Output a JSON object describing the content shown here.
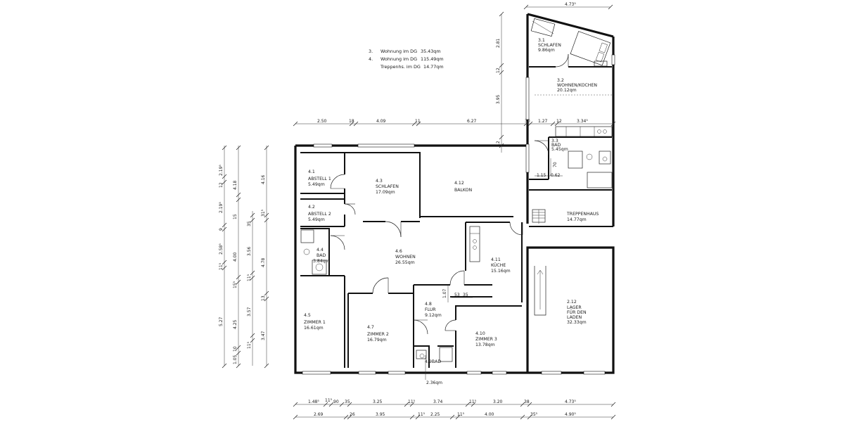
{
  "legend": [
    {
      "num": "3.",
      "label": "Wohnung im DG",
      "area": "35.43qm"
    },
    {
      "num": "4.",
      "label": "Wohnung im DG",
      "area": "115.49qm"
    },
    {
      "num": "",
      "label": "Treppenhs. im DG",
      "area": "14.77qm"
    }
  ],
  "rooms": [
    {
      "id": "3.1",
      "lines": [
        "3.1",
        "SCHLAFEN",
        "9.86qm"
      ]
    },
    {
      "id": "3.2",
      "lines": [
        "3.2",
        "WOHNEN/KOCHEN",
        "20.12qm"
      ]
    },
    {
      "id": "3.3",
      "lines": [
        "3.3",
        "BAD",
        "5.45qm"
      ]
    },
    {
      "id": "4.1",
      "lines": [
        "4.1",
        "ABSTELL 1",
        "5.49qm"
      ]
    },
    {
      "id": "4.2",
      "lines": [
        "4.2",
        "ABSTELL 2",
        "5.49qm"
      ]
    },
    {
      "id": "4.3",
      "lines": [
        "4.3",
        "SCHLAFEN",
        "17.09qm"
      ]
    },
    {
      "id": "4.12",
      "lines": [
        "4.12",
        "BALKON"
      ]
    },
    {
      "id": "4.4",
      "lines": [
        "4.4",
        "BAD",
        "3.84qm"
      ]
    },
    {
      "id": "4.6",
      "lines": [
        "4.6",
        "WOHNEN",
        "26.55qm"
      ]
    },
    {
      "id": "4.11",
      "lines": [
        "4.11",
        "KÜCHE",
        "15.16qm"
      ]
    },
    {
      "id": "4.5",
      "lines": [
        "4.5",
        "ZIMMER 1",
        "16.61qm"
      ]
    },
    {
      "id": "4.7",
      "lines": [
        "4.7",
        "ZIMMER 2",
        "16.79qm"
      ]
    },
    {
      "id": "4.8",
      "lines": [
        "4.8",
        "FLUR",
        "9.12qm"
      ]
    },
    {
      "id": "4.10",
      "lines": [
        "4.10",
        "ZIMMER 3",
        "13.78qm"
      ]
    },
    {
      "id": "4.9",
      "lines": [
        "4.9BAD"
      ]
    },
    {
      "id": "th",
      "lines": [
        "TREPPENHAUS",
        "14.77qm"
      ]
    },
    {
      "id": "2.12",
      "lines": [
        "2.12",
        "LAGER",
        "FÜR DEN",
        "LADEN",
        "32.33qm"
      ]
    }
  ],
  "dims": {
    "top_right": "4.73⁵",
    "right_vert": [
      "2.81",
      "12",
      "3.95",
      "12"
    ],
    "mid_row": [
      "2.50",
      "18",
      "4.09",
      "11",
      "6.27",
      "30",
      "1.27",
      "12",
      "3.34⁵"
    ],
    "bath_small": [
      "70",
      "1.15",
      "0.62"
    ],
    "left1": [
      "5.27",
      "11⁵",
      "2.58⁵",
      "9",
      "2.19⁵",
      "12",
      "2.19⁵"
    ],
    "left2": [
      "1.05",
      "10",
      "4.25",
      "15⁵",
      "4.00",
      "15",
      "4.18"
    ],
    "left3": [
      "11⁵",
      "3.57",
      "11⁵",
      "3.56",
      "35",
      "31⁵"
    ],
    "left4": [
      "3.47",
      "13",
      "4.78",
      "4.16"
    ],
    "interior": [
      "1.07",
      "53",
      "35",
      "2.36qm"
    ],
    "bottom1": [
      "1.48⁵",
      "11⁵",
      "90",
      "35",
      "3.25",
      "11⁵",
      "3.74",
      "11⁵",
      "3.20",
      "38",
      "4.73⁵"
    ],
    "bottom2": [
      "2.69",
      "26",
      "3.95",
      "11⁵",
      "2.25",
      "11⁵",
      "4.00",
      "35⁵",
      "4.90⁵"
    ]
  }
}
